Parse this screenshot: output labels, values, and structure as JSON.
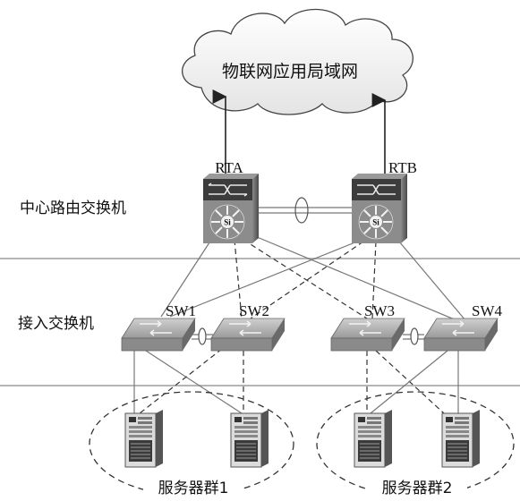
{
  "cloud_label": "物联网应用局域网",
  "layers": {
    "core": "中心路由交换机",
    "access": "接入交换机"
  },
  "routers": {
    "rta": "RTA",
    "rtb": "RTB"
  },
  "switches": {
    "sw1": "SW1",
    "sw2": "SW2",
    "sw3": "SW3",
    "sw4": "SW4"
  },
  "server_groups": {
    "group1": "服务器群1",
    "group2": "服务器群2"
  },
  "router_badge": "Si"
}
